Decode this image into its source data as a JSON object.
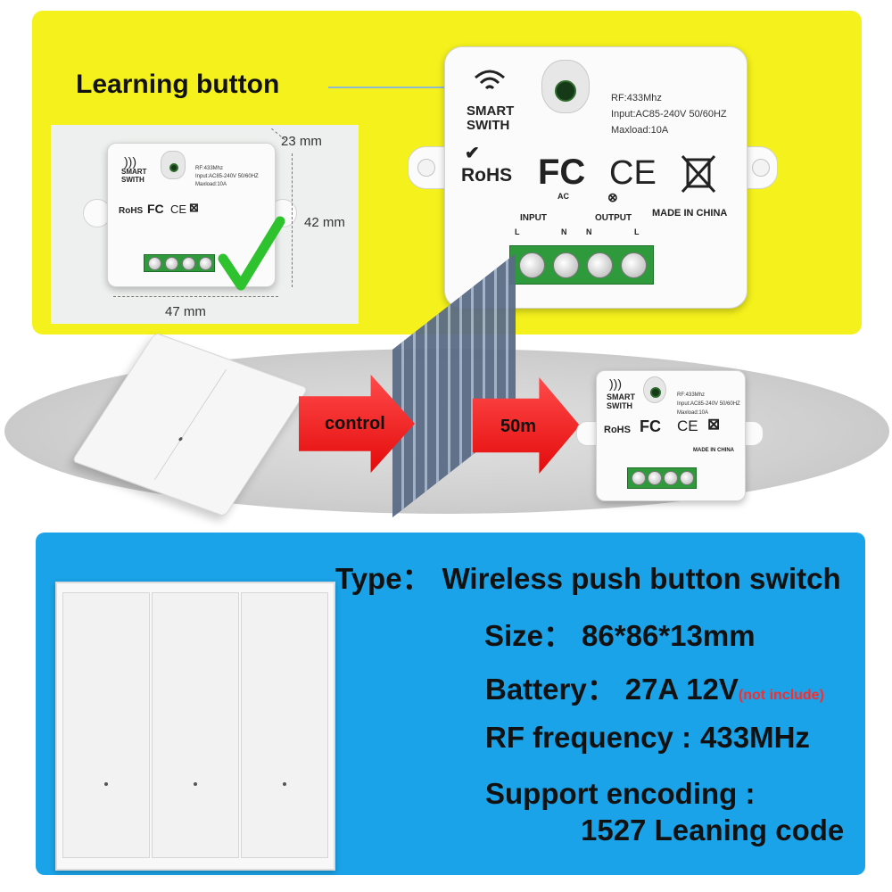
{
  "top": {
    "learning_button_label": "Learning button",
    "dimensions": {
      "depth": "23 mm",
      "height": "42 mm",
      "width": "47 mm"
    }
  },
  "device": {
    "brand_line1": "SMART",
    "brand_line2": "SWITH",
    "rf": "RF:433Mhz",
    "input": "Input:AC85-240V 50/60HZ",
    "maxload": "Maxload:10A",
    "rohs": "RoHS",
    "fc": "FC",
    "ce": "CE",
    "ac": "AC",
    "input_label": "INPUT",
    "output_label": "OUTPUT",
    "made_in": "MADE IN CHINA",
    "l": "L",
    "n": "N"
  },
  "middle": {
    "arrow1_label": "control",
    "arrow2_label": "50m"
  },
  "specs": {
    "type_label": "Type：",
    "type_value": "Wireless push button switch",
    "size_label": "Size：",
    "size_value": "86*86*13mm",
    "battery_label": "Battery：",
    "battery_value": "27A 12V",
    "battery_note": "(not include)",
    "rf_label": "RF frequency :",
    "rf_value": "433MHz",
    "encoding_label": "Support encoding :",
    "encoding_value": "1527 Leaning code"
  },
  "colors": {
    "top_panel": "#f4f11c",
    "bottom_panel": "#1aa3e8",
    "arrow": "#ff2a2a",
    "terminal": "#2e9a3c",
    "check": "#2ec22e"
  }
}
